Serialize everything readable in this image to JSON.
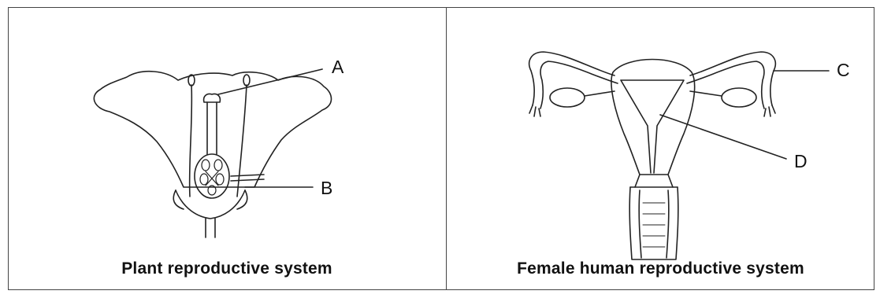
{
  "panels": [
    {
      "id": "plant",
      "caption": "Plant reproductive system",
      "labels": {
        "a": "A",
        "b": "B"
      }
    },
    {
      "id": "human",
      "caption": "Female human reproductive system",
      "labels": {
        "c": "C",
        "d": "D"
      }
    }
  ]
}
